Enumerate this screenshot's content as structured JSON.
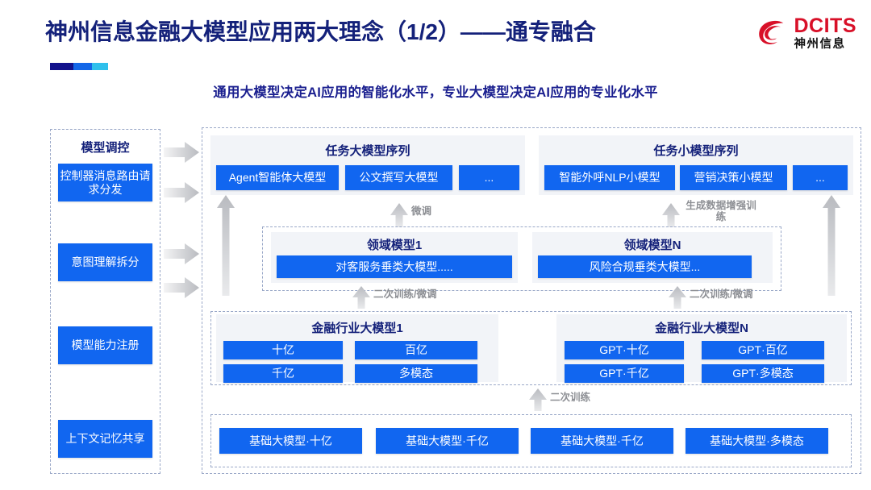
{
  "header": {
    "title": "神州信息金融大模型应用两大理念（1/2）——通专融合",
    "subtitle": "通用大模型决定AI应用的智能化水平，专业大模型决定AI应用的专业化水平",
    "logo": {
      "en": "DCITS",
      "cn": "神州信息",
      "mark": "swirl-logo-icon",
      "color": "#d81028"
    }
  },
  "sidebar": {
    "title": "模型调控",
    "items": [
      {
        "label": "控制器消息路由请求分发"
      },
      {
        "label": "意图理解拆分"
      },
      {
        "label": "模型能力注册"
      },
      {
        "label": "上下文记忆共享"
      }
    ],
    "arrows": [
      "arrow-right-icon",
      "arrow-right-icon",
      "arrow-right-icon",
      "arrow-right-icon"
    ]
  },
  "task_layer": {
    "groups": [
      {
        "title": "任务大模型序列",
        "items": [
          "Agent智能体大模型",
          "公文撰写大模型",
          "..."
        ]
      },
      {
        "title": "任务小模型序列",
        "items": [
          "智能外呼NLP小模型",
          "营销决策小模型",
          "..."
        ]
      }
    ]
  },
  "domain_layer": {
    "groups": [
      {
        "title": "领域模型1",
        "items": [
          "对客服务垂类大模型....."
        ]
      },
      {
        "title": "领域模型N",
        "items": [
          "风险合规垂类大模型..."
        ]
      }
    ]
  },
  "industry_layer": {
    "groups": [
      {
        "title": "金融行业大模型1",
        "items": [
          "十亿",
          "百亿",
          "千亿",
          "多模态"
        ]
      },
      {
        "title": "金融行业大模型N",
        "items": [
          "GPT·十亿",
          "GPT·百亿",
          "GPT·千亿",
          "GPT·多模态"
        ]
      }
    ]
  },
  "base_layer": {
    "items": [
      "基础大模型·十亿",
      "基础大模型·千亿",
      "基础大模型·千亿",
      "基础大模型·多模态"
    ]
  },
  "flow_labels": {
    "fine_tune": "微调",
    "data_aug": "生成数据增强训练",
    "retrain_tune_left": "二次训练/微调",
    "retrain_tune_right": "二次训练/微调",
    "retrain": "二次训练"
  },
  "colors": {
    "brand_blue": "#1166f0",
    "title_navy": "#14217a",
    "subtitle_navy": "#1a1f8f",
    "logo_red": "#d81028",
    "panel_gray": "#f2f4f8",
    "arrow_gray": "#c9cbd0"
  }
}
